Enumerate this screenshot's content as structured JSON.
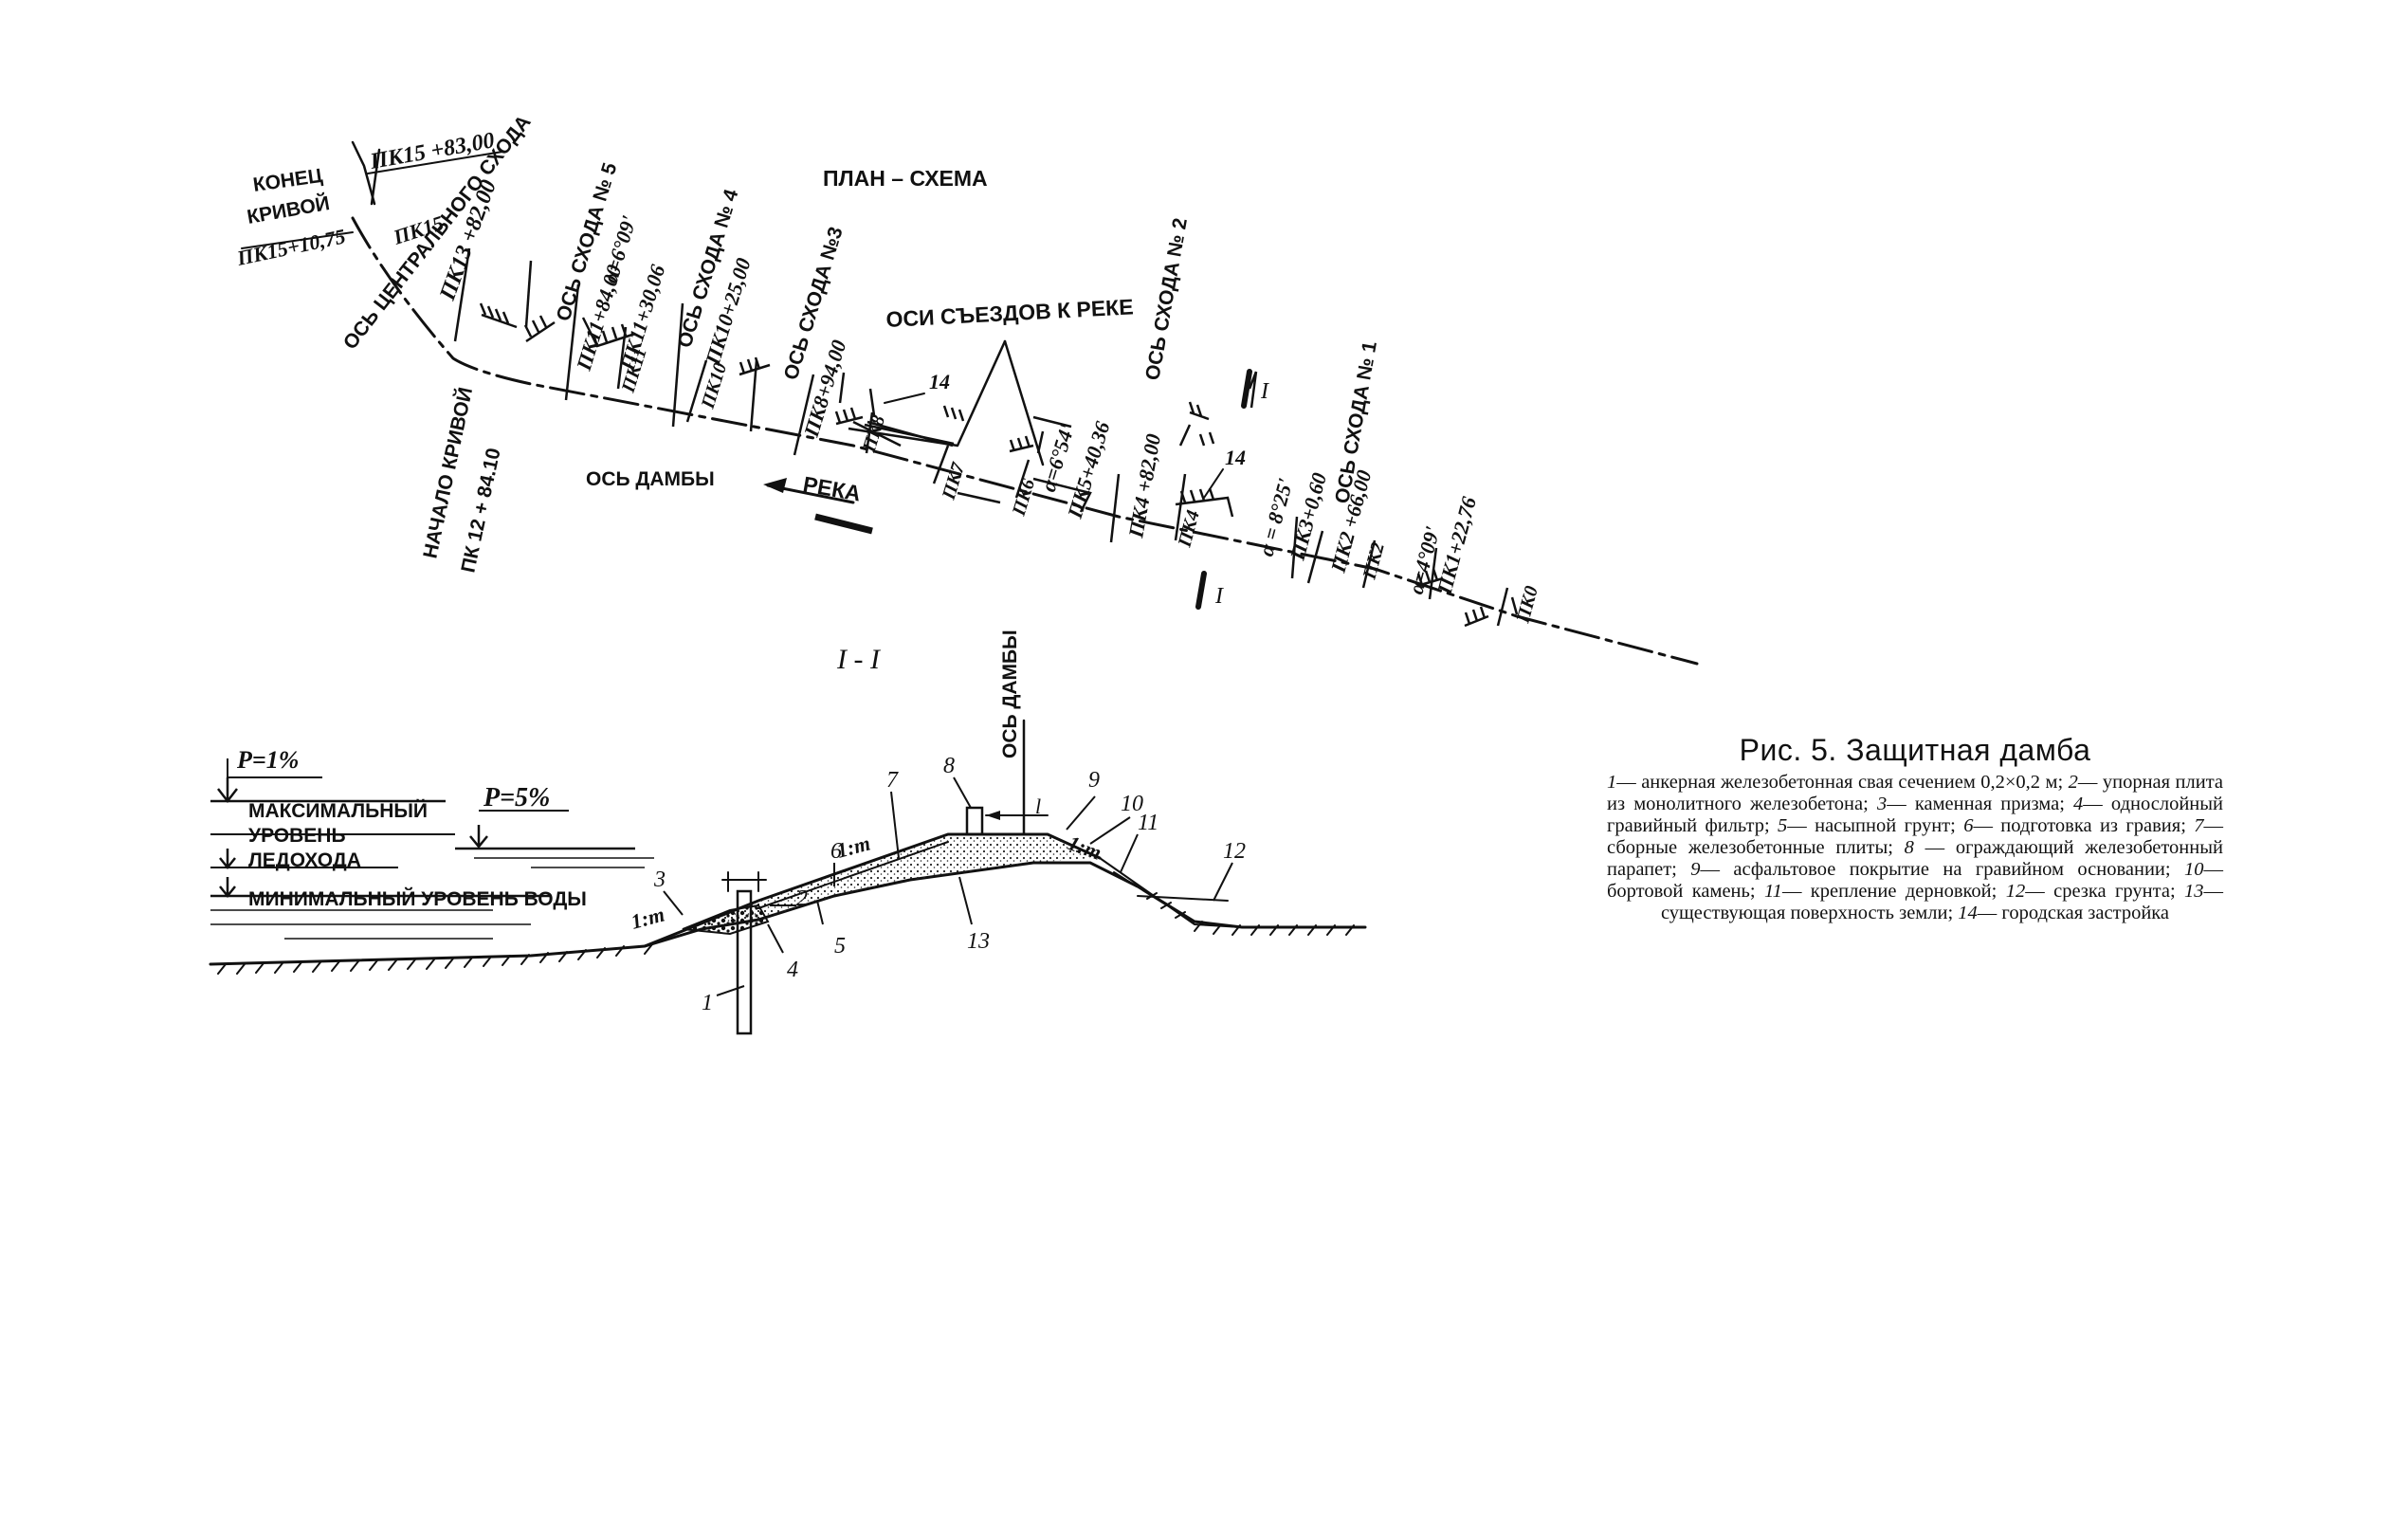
{
  "plan": {
    "title": "ПЛАН – СХЕМА",
    "labels": {
      "konets": "КОНЕЦ",
      "krivoy": "КРИВОЙ",
      "pk15_1075": "ПК15+10,75",
      "pk15_8300": "ПК15 +83,00",
      "pk15": "ПК15",
      "pk13_8200": "ПК13 +82,00",
      "os_central": "ОСЬ ЦЕНТРАЛЬНОГО СХОДА",
      "os_5": "ОСЬ СХОДА № 5",
      "pk11_8400": "ПК11+84,00",
      "alpha_5": "α=6°09'",
      "pk11_3006": "ПК11+30,06",
      "pk11": "ПК11",
      "os_4": "ОСЬ СХОДА № 4",
      "pk10_2500": "ПК10+25,00",
      "pk10": "ПК10",
      "os_3": "ОСЬ СХОДА №3",
      "pk8_9400": "ПК8+94,00",
      "pk8": "ПК8",
      "osi_sezdov": "ОСИ СЪЕЗДОВ К РЕКЕ",
      "pk7": "ПК7",
      "pk6": "ПК6",
      "alpha_4": "α=6°54'",
      "pk5_4036": "ПК5+40,36",
      "os_2": "ОСЬ СХОДА № 2",
      "pk4_8200": "ПК4 +82,00",
      "pk4": "ПК4",
      "alpha_3": "α = 8°25'",
      "pk3_060": "ПК3+0,60",
      "os_1": "ОСЬ СХОДА № 1",
      "pk2_6600": "ПК2 +66,00",
      "pk2": "ПК2",
      "alpha_2": "α=4°09'",
      "pk1_2276": "ПК1+22,76",
      "pk0": "ПК0",
      "nachalo": "НАЧАЛО КРИВОЙ",
      "pk12_8410": "ПК 12 + 84.10",
      "os_damby": "ОСЬ ДАМБЫ",
      "reka": "РЕКА",
      "num14": "14",
      "section_mark": "I"
    }
  },
  "section": {
    "title": "I - I",
    "labels": {
      "p1": "P=1%",
      "p5": "P=5%",
      "max_level_1": "МАКСИМАЛЬНЫЙ",
      "max_level_2": "УРОВЕНЬ",
      "max_level_3": "ЛЕДОХОДА",
      "min_level": "МИНИМАЛЬНЫЙ УРОВЕНЬ ВОДЫ",
      "os_damby": "ОСЬ ДАМБЫ",
      "slope": "1:m",
      "width": "l",
      "n1": "1",
      "n2": "2",
      "n3": "3",
      "n4": "4",
      "n5": "5",
      "n6": "6",
      "n7": "7",
      "n8": "8",
      "n9": "9",
      "n10": "10",
      "n11": "11",
      "n12": "12",
      "n13": "13"
    }
  },
  "caption": {
    "title": "Рис. 5. Защитная дамба",
    "items": [
      {
        "num": "1",
        "text": "— анкерная железобетонная свая сечением 0,2×0,2 м; "
      },
      {
        "num": "2",
        "text": "— упорная плита из монолитного железобетона; "
      },
      {
        "num": "3",
        "text": "— каменная призма; "
      },
      {
        "num": "4",
        "text": "— однослойный гравийный фильтр; "
      },
      {
        "num": "5",
        "text": "— насыпной грунт; "
      },
      {
        "num": "6",
        "text": "— подготовка из гравия; "
      },
      {
        "num": "7",
        "text": "— сборные железобетонные плиты; "
      },
      {
        "num": "8",
        "text": " — ограждающий железобетонный парапет; "
      },
      {
        "num": "9",
        "text": "— асфальтовое покрытие на гравийном основании; "
      },
      {
        "num": "10",
        "text": "— бортовой камень; "
      },
      {
        "num": "11",
        "text": "— крепление дерновкой; "
      },
      {
        "num": "12",
        "text": "— срезка грунта; "
      },
      {
        "num": "13",
        "text": "— существующая поверхность земли; "
      },
      {
        "num": "14",
        "text": "— городская застройка"
      }
    ]
  }
}
